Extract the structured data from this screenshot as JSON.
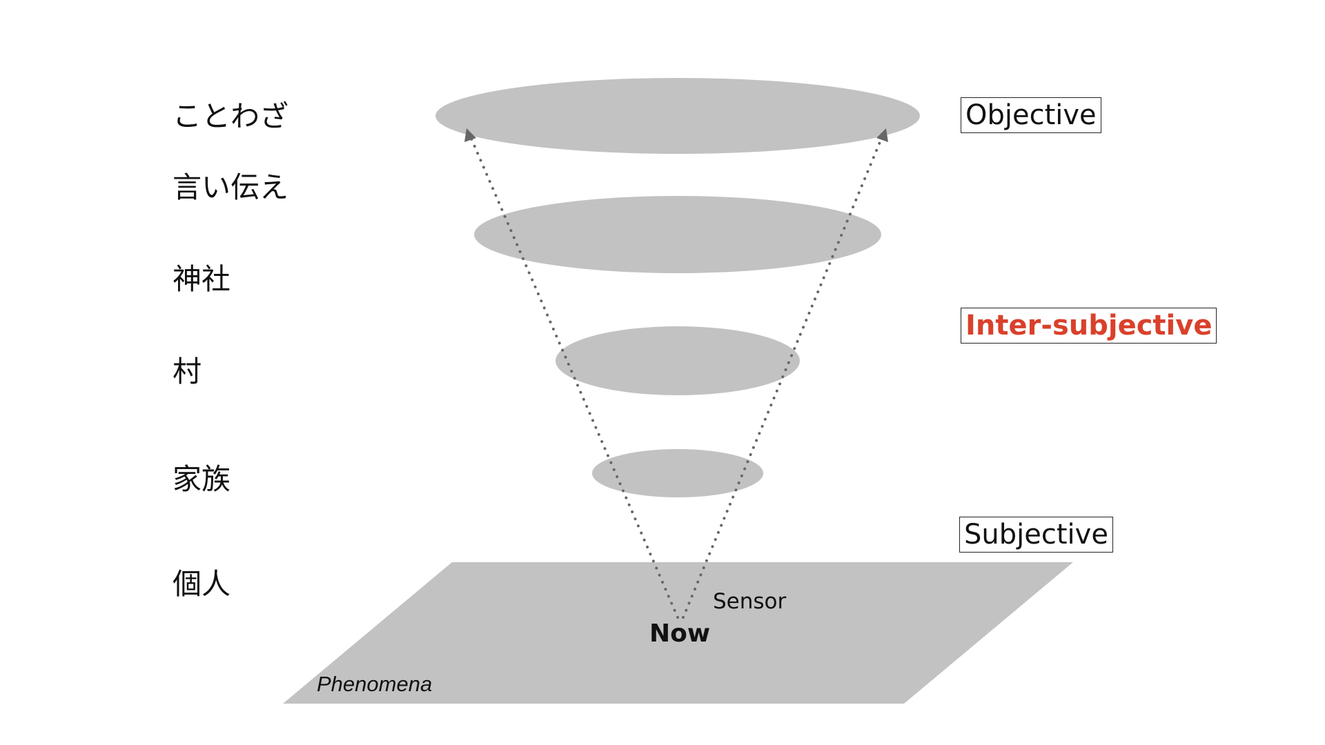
{
  "levels": [
    {
      "label": "ことわざ"
    },
    {
      "label": "言い伝え"
    },
    {
      "label": "神社"
    },
    {
      "label": "村"
    },
    {
      "label": "家族"
    },
    {
      "label": "個人"
    }
  ],
  "scale_labels": {
    "objective": "Objective",
    "inter_subjective": "Inter-subjective",
    "subjective": "Subjective"
  },
  "plane": {
    "phenomena": "Phenomena",
    "now": "Now",
    "sensor": "Sensor"
  },
  "colors": {
    "shape_fill": "#c2c2c2",
    "dotted_line": "#666666",
    "accent": "#d9412b",
    "text": "#111111"
  }
}
